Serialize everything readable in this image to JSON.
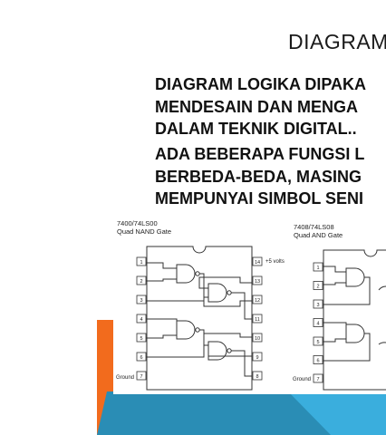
{
  "slide": {
    "title": "DIAGRAM",
    "paragraph1": [
      "DIAGRAM LOGIKA DIPAKA",
      "MENDESAIN DAN MENGA",
      "DALAM TEKNIK DIGITAL.."
    ],
    "paragraph2": [
      "ADA BEBERAPA FUNGSI L",
      "BERBEDA-BEDA, MASING",
      "MEMPUNYAI SIMBOL SENI"
    ]
  },
  "colors": {
    "orange": "#f26b1d",
    "blue": "#3aaedd",
    "teal": "#2a8db5",
    "dark_blue": "#1c6f94"
  },
  "chip_nand": {
    "part": "7400/74LS00",
    "name": "Quad NAND Gate",
    "supply_label": "+5 volts",
    "ground_label": "Ground",
    "left_pins": [
      "1",
      "2",
      "3",
      "4",
      "5",
      "6",
      "7"
    ],
    "right_pins": [
      "14",
      "13",
      "12",
      "11",
      "10",
      "9",
      "8"
    ]
  },
  "chip_and": {
    "part": "7408/74LS08",
    "name": "Quad AND Gate",
    "ground_label": "Ground",
    "left_pins": [
      "1",
      "2",
      "3",
      "4",
      "5",
      "6",
      "7"
    ]
  }
}
